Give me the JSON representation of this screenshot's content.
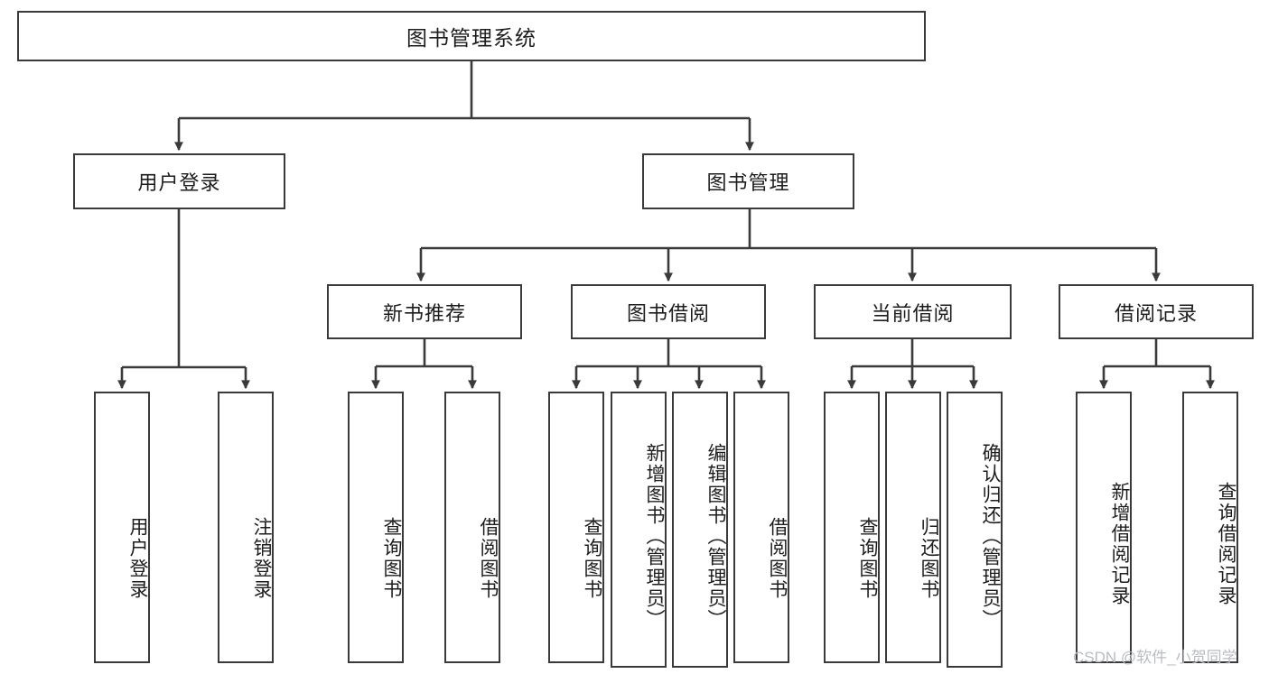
{
  "diagram": {
    "title": "图书管理系统",
    "type": "hierarchy-tree",
    "watermark": "CSDN @软件_小贺同学",
    "colors": {
      "box_border": "#3a3a3a",
      "box_fill": "#ffffff",
      "edge": "#3a3a3a",
      "text": "#1d1d1d",
      "watermark": "#b9bcc2"
    },
    "levels": {
      "root": "图书管理系统",
      "level2": [
        "用户登录",
        "图书管理"
      ],
      "level3": [
        "新书推荐",
        "图书借阅",
        "当前借阅",
        "借阅记录"
      ]
    },
    "nodes": {
      "root": {
        "label": "图书管理系统"
      },
      "user_login": {
        "label": "用户登录"
      },
      "book_manage": {
        "label": "图书管理"
      },
      "new_book_rec": {
        "label": "新书推荐"
      },
      "book_borrow": {
        "label": "图书借阅"
      },
      "current_borrow": {
        "label": "当前借阅"
      },
      "borrow_record": {
        "label": "借阅记录"
      }
    },
    "leaves": {
      "user_login": [
        {
          "label": "用户登录"
        },
        {
          "label": "注销登录"
        }
      ],
      "new_book_rec": [
        {
          "label": "查询图书"
        },
        {
          "label": "借阅图书"
        }
      ],
      "book_borrow": [
        {
          "label": "查询图书"
        },
        {
          "label": "新增图书（管理员）"
        },
        {
          "label": "编辑图书（管理员）"
        },
        {
          "label": "借阅图书"
        }
      ],
      "current_borrow": [
        {
          "label": "查询图书"
        },
        {
          "label": "归还图书"
        },
        {
          "label": "确认归还（管理员）"
        }
      ],
      "borrow_record": [
        {
          "label": "新增借阅记录"
        },
        {
          "label": "查询借阅记录"
        }
      ]
    }
  }
}
